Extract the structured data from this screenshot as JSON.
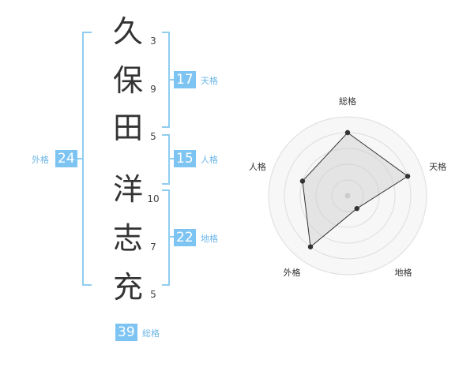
{
  "name": {
    "characters": [
      {
        "char": "久",
        "strokes": 3
      },
      {
        "char": "保",
        "strokes": 9
      },
      {
        "char": "田",
        "strokes": 5
      },
      {
        "char": "洋",
        "strokes": 10
      },
      {
        "char": "志",
        "strokes": 7
      },
      {
        "char": "充",
        "strokes": 5
      }
    ]
  },
  "scores": {
    "tenkaku": {
      "value": 17,
      "label": "天格"
    },
    "jinkaku": {
      "value": 15,
      "label": "人格"
    },
    "chikaku": {
      "value": 22,
      "label": "地格"
    },
    "gaikaku": {
      "value": 24,
      "label": "外格"
    },
    "soukaku": {
      "value": 39,
      "label": "総格"
    }
  },
  "colors": {
    "accent": "#7ec4f2",
    "bracket": "#8fcdf0",
    "label": "#6bb6e8"
  },
  "chart_data": {
    "type": "radar",
    "axes": [
      "総格",
      "天格",
      "地格",
      "外格",
      "人格"
    ],
    "values": [
      4,
      4,
      1,
      4,
      3
    ],
    "max": 5,
    "rings": 5
  }
}
